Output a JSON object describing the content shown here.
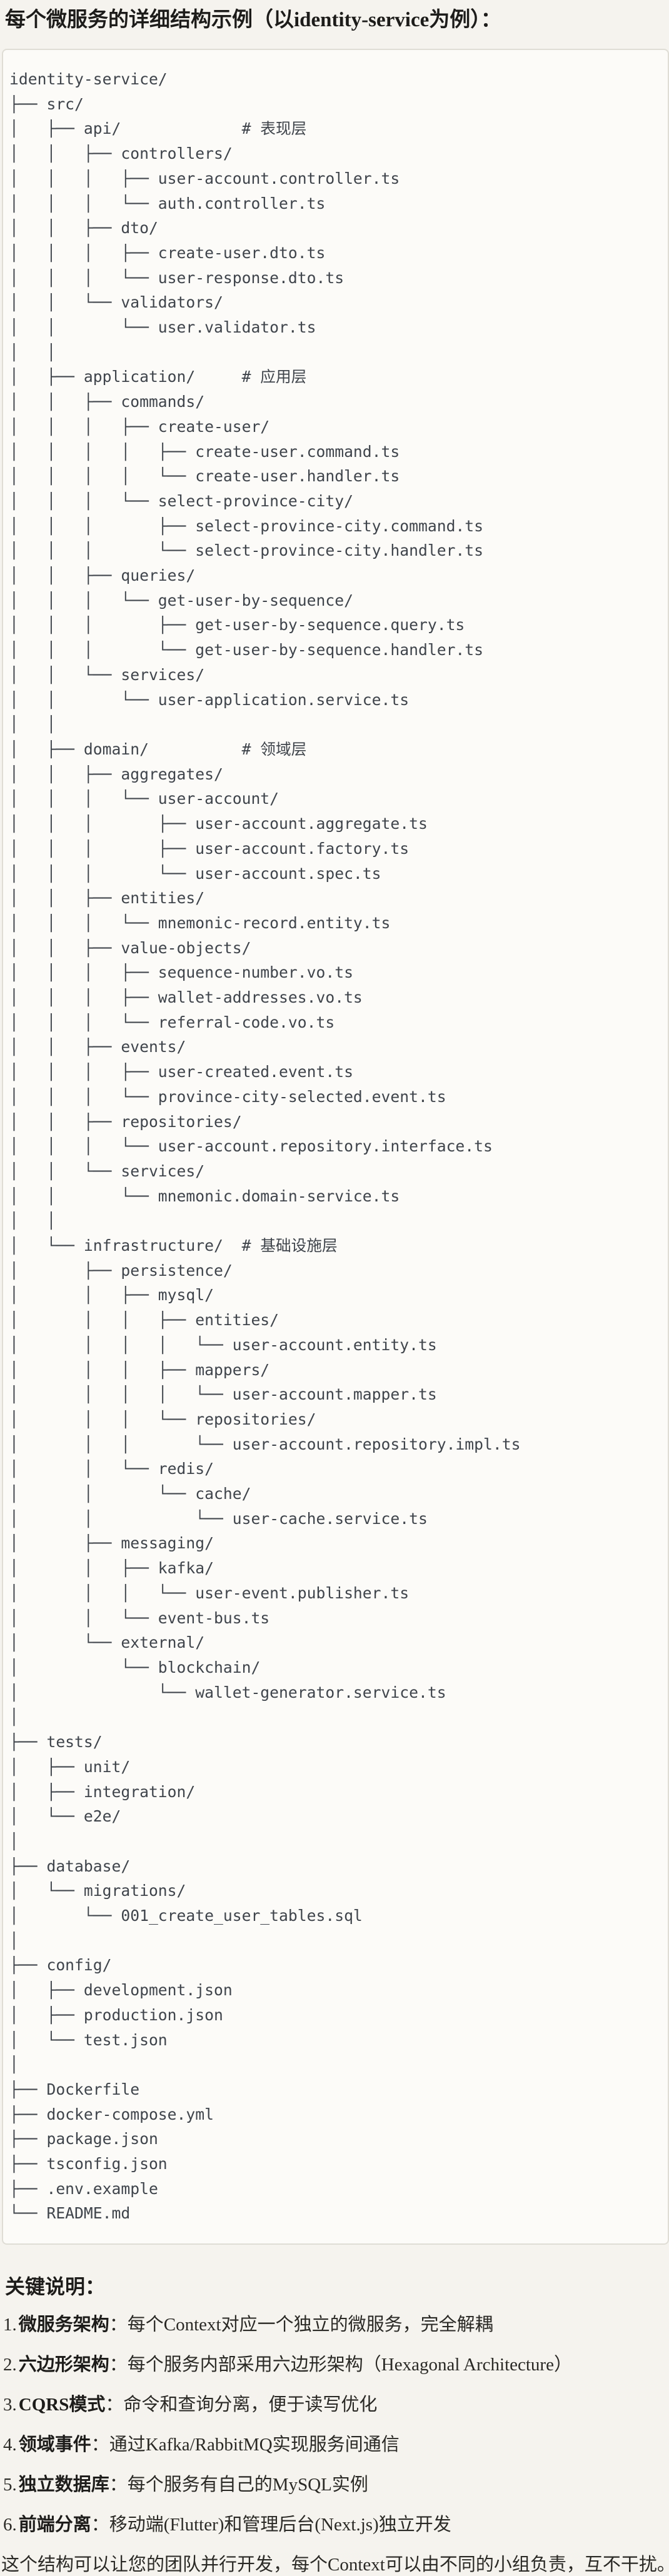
{
  "page": {
    "title": "每个微服务的详细结构示例（以identity-service为例）：",
    "notes_heading": "关键说明：",
    "closing_note": "这个结构可以让您的团队并行开发，每个Context可以由不同的小组负责，互不干扰。"
  },
  "colors": {
    "page_background": "#F5F3EE",
    "code_block_background": "#FCFBF8",
    "code_block_border": "#DFDDD5",
    "tree_text": "#3F444B",
    "heading_text": "#1D1C1A"
  },
  "tree": {
    "root": "identity-service/",
    "layer_comments": [
      "# 表现层",
      "# 应用层",
      "# 领域层",
      "# 基础设施层"
    ],
    "lines": [
      "identity-service/",
      "├── src/",
      "│   ├── api/             # 表现层",
      "│   │   ├── controllers/",
      "│   │   │   ├── user-account.controller.ts",
      "│   │   │   └── auth.controller.ts",
      "│   │   ├── dto/",
      "│   │   │   ├── create-user.dto.ts",
      "│   │   │   └── user-response.dto.ts",
      "│   │   └── validators/",
      "│   │       └── user.validator.ts",
      "│   │",
      "│   ├── application/     # 应用层",
      "│   │   ├── commands/",
      "│   │   │   ├── create-user/",
      "│   │   │   │   ├── create-user.command.ts",
      "│   │   │   │   └── create-user.handler.ts",
      "│   │   │   └── select-province-city/",
      "│   │   │       ├── select-province-city.command.ts",
      "│   │   │       └── select-province-city.handler.ts",
      "│   │   ├── queries/",
      "│   │   │   └── get-user-by-sequence/",
      "│   │   │       ├── get-user-by-sequence.query.ts",
      "│   │   │       └── get-user-by-sequence.handler.ts",
      "│   │   └── services/",
      "│   │       └── user-application.service.ts",
      "│   │",
      "│   ├── domain/          # 领域层",
      "│   │   ├── aggregates/",
      "│   │   │   └── user-account/",
      "│   │   │       ├── user-account.aggregate.ts",
      "│   │   │       ├── user-account.factory.ts",
      "│   │   │       └── user-account.spec.ts",
      "│   │   ├── entities/",
      "│   │   │   └── mnemonic-record.entity.ts",
      "│   │   ├── value-objects/",
      "│   │   │   ├── sequence-number.vo.ts",
      "│   │   │   ├── wallet-addresses.vo.ts",
      "│   │   │   └── referral-code.vo.ts",
      "│   │   ├── events/",
      "│   │   │   ├── user-created.event.ts",
      "│   │   │   └── province-city-selected.event.ts",
      "│   │   ├── repositories/",
      "│   │   │   └── user-account.repository.interface.ts",
      "│   │   └── services/",
      "│   │       └── mnemonic.domain-service.ts",
      "│   │",
      "│   └── infrastructure/  # 基础设施层",
      "│       ├── persistence/",
      "│       │   ├── mysql/",
      "│       │   │   ├── entities/",
      "│       │   │   │   └── user-account.entity.ts",
      "│       │   │   ├── mappers/",
      "│       │   │   │   └── user-account.mapper.ts",
      "│       │   │   └── repositories/",
      "│       │   │       └── user-account.repository.impl.ts",
      "│       │   └── redis/",
      "│       │       └── cache/",
      "│       │           └── user-cache.service.ts",
      "│       ├── messaging/",
      "│       │   ├── kafka/",
      "│       │   │   └── user-event.publisher.ts",
      "│       │   └── event-bus.ts",
      "│       └── external/",
      "│           └── blockchain/",
      "│               └── wallet-generator.service.ts",
      "│",
      "├── tests/",
      "│   ├── unit/",
      "│   ├── integration/",
      "│   └── e2e/",
      "│",
      "├── database/",
      "│   └── migrations/",
      "│       └── 001_create_user_tables.sql",
      "│",
      "├── config/",
      "│   ├── development.json",
      "│   ├── production.json",
      "│   └── test.json",
      "│",
      "├── Dockerfile",
      "├── docker-compose.yml",
      "├── package.json",
      "├── tsconfig.json",
      "├── .env.example",
      "└── README.md"
    ]
  },
  "notes": {
    "items": [
      {
        "num": "1.",
        "term": "微服务架构",
        "sep": "：",
        "desc": "每个Context对应一个独立的微服务，完全解耦"
      },
      {
        "num": "2.",
        "term": "六边形架构",
        "sep": "：",
        "desc": "每个服务内部采用六边形架构（Hexagonal Architecture）"
      },
      {
        "num": "3.",
        "term": "CQRS模式",
        "sep": "：",
        "desc": "命令和查询分离，便于读写优化"
      },
      {
        "num": "4.",
        "term": "领域事件",
        "sep": "：",
        "desc": "通过Kafka/RabbitMQ实现服务间通信"
      },
      {
        "num": "5.",
        "term": "独立数据库",
        "sep": "：",
        "desc": "每个服务有自己的MySQL实例"
      },
      {
        "num": "6.",
        "term": "前端分离",
        "sep": "：",
        "desc": "移动端(Flutter)和管理后台(Next.js)独立开发"
      }
    ]
  }
}
